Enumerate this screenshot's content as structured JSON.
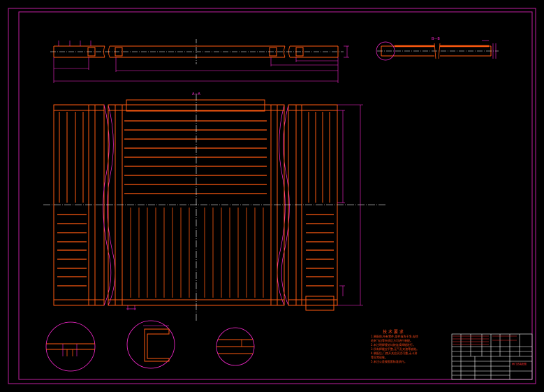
{
  "drawing": {
    "colors": {
      "background": "#000000",
      "frame": "#c020a0",
      "part": "#ff5a10",
      "dimension": "#ff2ad4",
      "centerline": "#ffffff",
      "text": "#ff4a1a"
    },
    "section_label_top": "A—A",
    "section_label_right": "B—B"
  },
  "technical_requirements": {
    "title": "技 术 要 求",
    "lines": [
      "1.装配前,所有零件,部件清洗干净,去除",
      "  毛刺飞边等杂质后方可进行装配。",
      "2.未注明焊接处均按连续焊缝进行。",
      "3.所有焊缝应平整,无气孔夹渣等缺陷。",
      "4.装配后,门扇开关应灵活可靠,无卡滞",
      "  等异常现象。",
      "5.未注公差按国家标准执行。"
    ]
  },
  "title_block": {
    "drawing_name": "闸门总装配图"
  }
}
